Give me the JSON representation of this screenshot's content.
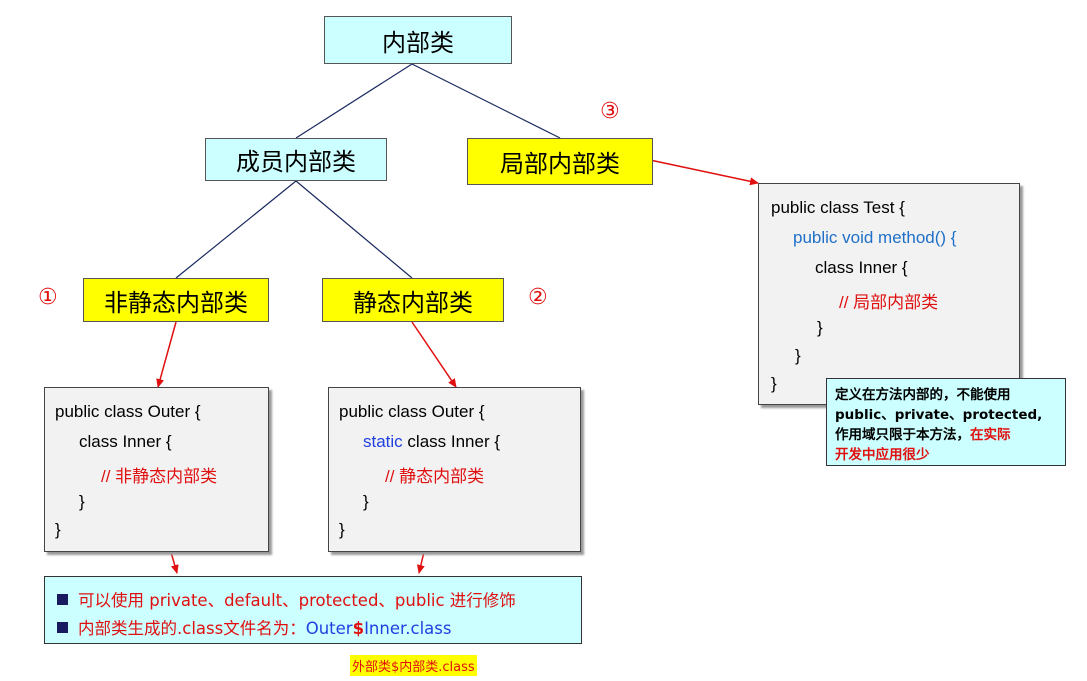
{
  "nodes": {
    "root": "内部类",
    "member": "成员内部类",
    "local": "局部内部类",
    "nonstatic": "非静态内部类",
    "static": "静态内部类"
  },
  "markers": {
    "one": "①",
    "two": "②",
    "three": "③"
  },
  "code_nonstatic": {
    "l1": "public class Outer {",
    "l2": "class Inner {",
    "l3": "// 非静态内部类",
    "l4": "}",
    "l5": "}"
  },
  "code_static": {
    "l1": "public class Outer {",
    "l2a": "static",
    "l2b": " class Inner {",
    "l3": "// 静态内部类",
    "l4": "}",
    "l5": "}"
  },
  "code_local": {
    "l1": "public class Test {",
    "l2": "public void method() {",
    "l3": "class Inner {",
    "l4": "// 局部内部类",
    "l5": "}",
    "l6": "}",
    "l7": "}"
  },
  "note": {
    "p1": "定义在方法内部的，不能使用",
    "p2": "public、private、protected,",
    "p3a": "作用域只限于本方法，",
    "p3b": "在实际",
    "p4": "开发中应用很少"
  },
  "bottom": {
    "row1": "可以使用 private、default、protected、public 进行修饰",
    "row2a": "内部类生成的.class文件名为：",
    "row2b": "Outer",
    "row2c": "$",
    "row2d": "Inner.class"
  },
  "caption": "外部类$内部类.class",
  "colors": {
    "cyan": "#ccffff",
    "yellow": "#ffff00",
    "red": "#e01010",
    "blue": "#2040e0"
  }
}
